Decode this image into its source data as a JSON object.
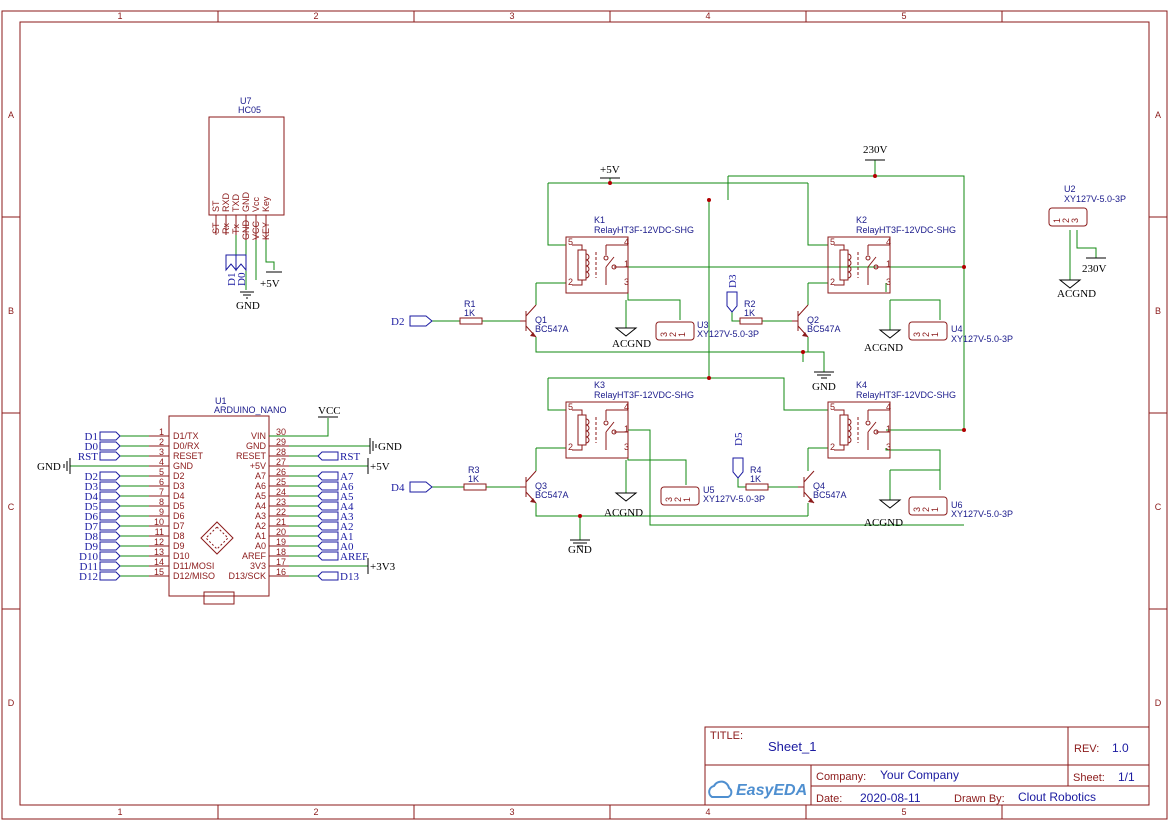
{
  "grid": {
    "columns": [
      "1",
      "2",
      "3",
      "4",
      "5"
    ],
    "rows": [
      "A",
      "B",
      "C",
      "D"
    ]
  },
  "title_block": {
    "title_label": "TITLE:",
    "title_value": "Sheet_1",
    "rev_label": "REV:",
    "rev_value": "1.0",
    "company_label": "Company:",
    "company_value": "Your Company",
    "sheet_label": "Sheet:",
    "sheet_value": "1/1",
    "date_label": "Date:",
    "date_value": "2020-08-11",
    "drawn_label": "Drawn By:",
    "drawn_value": "Clout Robotics",
    "logo_text": "EasyEDA"
  },
  "hc05": {
    "ref": "U7",
    "value": "HC05",
    "body_pins": [
      "ST",
      "RXD",
      "TXD",
      "GND",
      "Vcc",
      "Key"
    ],
    "outer_pins": [
      "ST",
      "Rx",
      "Tx",
      "GND",
      "VCC",
      "KEY"
    ],
    "nets": [
      "D1",
      "D0",
      "+5V",
      "GND"
    ]
  },
  "nano": {
    "ref": "U1",
    "value": "ARDUINO_NANO",
    "left_pins": [
      {
        "num": "1",
        "name": "D1/TX",
        "net": "D1"
      },
      {
        "num": "2",
        "name": "D0/RX",
        "net": "D0"
      },
      {
        "num": "3",
        "name": "RESET",
        "net": "RST"
      },
      {
        "num": "4",
        "name": "GND",
        "net": "GND"
      },
      {
        "num": "5",
        "name": "D2",
        "net": "D2"
      },
      {
        "num": "6",
        "name": "D3",
        "net": "D3"
      },
      {
        "num": "7",
        "name": "D4",
        "net": "D4"
      },
      {
        "num": "8",
        "name": "D5",
        "net": "D5"
      },
      {
        "num": "9",
        "name": "D6",
        "net": "D6"
      },
      {
        "num": "10",
        "name": "D7",
        "net": "D7"
      },
      {
        "num": "11",
        "name": "D8",
        "net": "D8"
      },
      {
        "num": "12",
        "name": "D9",
        "net": "D9"
      },
      {
        "num": "13",
        "name": "D10",
        "net": "D10"
      },
      {
        "num": "14",
        "name": "D11/MOSI",
        "net": "D11"
      },
      {
        "num": "15",
        "name": "D12/MISO",
        "net": "D12"
      }
    ],
    "right_pins": [
      {
        "num": "30",
        "name": "VIN",
        "net": "VCC"
      },
      {
        "num": "29",
        "name": "GND",
        "net": "GND"
      },
      {
        "num": "28",
        "name": "RESET",
        "net": "RST"
      },
      {
        "num": "27",
        "name": "+5V",
        "net": "+5V"
      },
      {
        "num": "26",
        "name": "A7",
        "net": "A7"
      },
      {
        "num": "25",
        "name": "A6",
        "net": "A6"
      },
      {
        "num": "24",
        "name": "A5",
        "net": "A5"
      },
      {
        "num": "23",
        "name": "A4",
        "net": "A4"
      },
      {
        "num": "22",
        "name": "A3",
        "net": "A3"
      },
      {
        "num": "21",
        "name": "A2",
        "net": "A2"
      },
      {
        "num": "20",
        "name": "A1",
        "net": "A1"
      },
      {
        "num": "19",
        "name": "A0",
        "net": "A0"
      },
      {
        "num": "18",
        "name": "AREF",
        "net": "AREF"
      },
      {
        "num": "17",
        "name": "3V3",
        "net": "+3V3"
      },
      {
        "num": "16",
        "name": "D13/SCK",
        "net": "D13"
      }
    ]
  },
  "relays": [
    {
      "ref": "K1",
      "value": "RelayHT3F-12VDC-SHG"
    },
    {
      "ref": "K2",
      "value": "RelayHT3F-12VDC-SHG"
    },
    {
      "ref": "K3",
      "value": "RelayHT3F-12VDC-SHG"
    },
    {
      "ref": "K4",
      "value": "RelayHT3F-12VDC-SHG"
    }
  ],
  "relay_pins": [
    "5",
    "4",
    "1",
    "2",
    "3"
  ],
  "resistors": [
    {
      "ref": "R1",
      "value": "1K"
    },
    {
      "ref": "R2",
      "value": "1K"
    },
    {
      "ref": "R3",
      "value": "1K"
    },
    {
      "ref": "R4",
      "value": "1K"
    }
  ],
  "transistors": [
    {
      "ref": "Q1",
      "value": "BC547A"
    },
    {
      "ref": "Q2",
      "value": "BC547A"
    },
    {
      "ref": "Q3",
      "value": "BC547A"
    },
    {
      "ref": "Q4",
      "value": "BC547A"
    }
  ],
  "connectors": [
    {
      "ref": "U2",
      "value": "XY127V-5.0-3P"
    },
    {
      "ref": "U3",
      "value": "XY127V-5.0-3P"
    },
    {
      "ref": "U4",
      "value": "XY127V-5.0-3P"
    },
    {
      "ref": "U5",
      "value": "XY127V-5.0-3P"
    },
    {
      "ref": "U6",
      "value": "XY127V-5.0-3P"
    }
  ],
  "connector_pins": [
    "3",
    "2",
    "1"
  ],
  "connector_pins_u2": [
    "1",
    "2",
    "3"
  ],
  "power_nets": {
    "p5v": "+5V",
    "v230": "230V",
    "gnd": "GND",
    "acgnd": "ACGND",
    "d2": "D2",
    "d3": "D3",
    "d4": "D4",
    "d5": "D5"
  },
  "colors": {
    "frame": "#8b1a1a",
    "wire": "#118811",
    "net_label": "#1a1aa0",
    "junction": "#b00000",
    "logo": "#4f8fd0"
  }
}
